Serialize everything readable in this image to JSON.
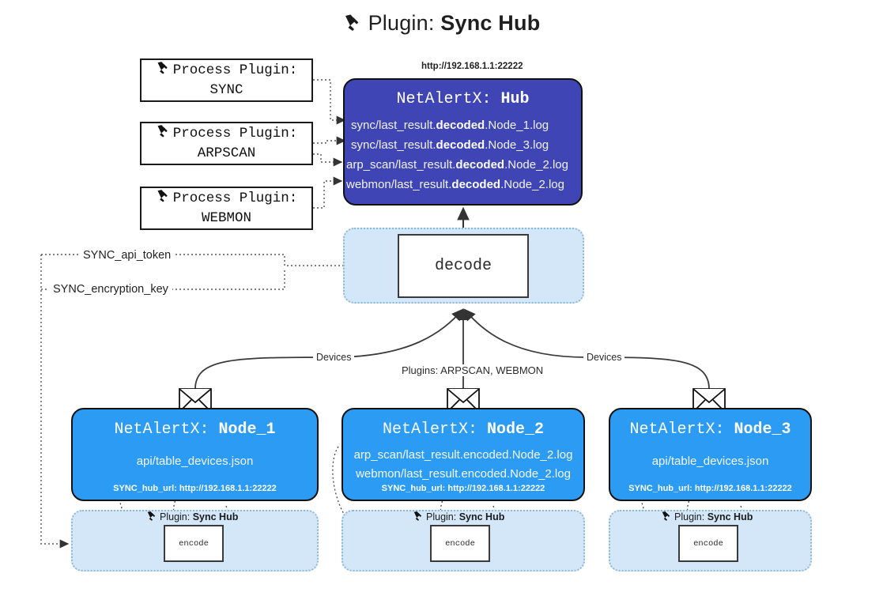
{
  "title": {
    "icon": "plug-icon",
    "lead": "Plugin: ",
    "name": "Sync Hub"
  },
  "process_plugins": [
    {
      "caption": "Process Plugin:",
      "name": "SYNC",
      "icon": "plug-icon"
    },
    {
      "caption": "Process Plugin:",
      "name": "ARPSCAN",
      "icon": "plug-icon"
    },
    {
      "caption": "Process Plugin:",
      "name": "WEBMON",
      "icon": "plug-icon"
    }
  ],
  "hub": {
    "url": "http://192.168.1.1:22222",
    "header_prefix": "NetAlertX: ",
    "header_name": "Hub",
    "rows": [
      {
        "pre": "sync/last_result.",
        "strong": "decoded",
        "post": ".Node_1.log"
      },
      {
        "pre": "sync/last_result.",
        "strong": "decoded",
        "post": ".Node_3.log"
      },
      {
        "pre": "arp_scan/last_result.",
        "strong": "decoded",
        "post": ".Node_2.log"
      },
      {
        "pre": "webmon/last_result.",
        "strong": "decoded",
        "post": ".Node_2.log"
      }
    ]
  },
  "decode": {
    "label": "decode"
  },
  "settings": {
    "api_token": "SYNC_api_token",
    "encryption_key": "SYNC_encryption_key"
  },
  "edges": {
    "devices_left": "Devices",
    "devices_right": "Devices",
    "plugins_center": "Plugins: ARPSCAN, WEBMON"
  },
  "nodes": [
    {
      "header_prefix": "NetAlertX: ",
      "header_name": "Node_1",
      "lines": [
        "api/table_devices.json"
      ],
      "footer": "SYNC_hub_url: http://192.168.1.1:22222",
      "envelope_icon": "envelope-icon",
      "plugin_tag_lead": "Plugin: ",
      "plugin_tag_name": "Sync Hub",
      "encode_label": "encode"
    },
    {
      "header_prefix": "NetAlertX: ",
      "header_name": "Node_2",
      "lines": [
        "arp_scan/last_result.encoded.Node_2.log",
        "webmon/last_result.encoded.Node_2.log"
      ],
      "footer": "SYNC_hub_url: http://192.168.1.1:22222",
      "envelope_icon": "envelope-icon",
      "plugin_tag_lead": "Plugin: ",
      "plugin_tag_name": "Sync Hub",
      "encode_label": "encode"
    },
    {
      "header_prefix": "NetAlertX: ",
      "header_name": "Node_3",
      "lines": [
        "api/table_devices.json"
      ],
      "footer": "SYNC_hub_url: http://192.168.1.1:22222",
      "envelope_icon": "envelope-icon",
      "plugin_tag_lead": "Plugin: ",
      "plugin_tag_name": "Sync Hub",
      "encode_label": "encode"
    }
  ],
  "colors": {
    "hub_fill": "#3f45b5",
    "node_fill": "#2b9bf4",
    "zone_fill": "#d4e7f8",
    "stroke": "#1a1a1a"
  }
}
